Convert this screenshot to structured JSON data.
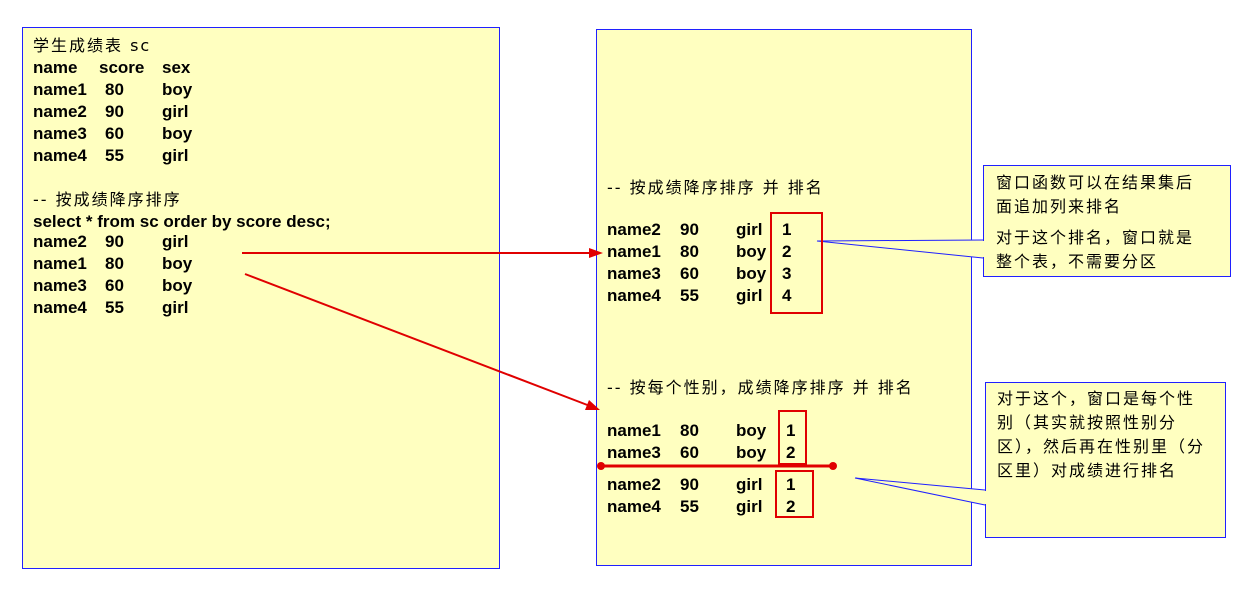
{
  "left_panel": {
    "title": "学生成绩表 sc",
    "header": [
      "name",
      "score",
      "sex"
    ],
    "rows": [
      [
        "name1",
        "80",
        "boy"
      ],
      [
        "name2",
        "90",
        "girl"
      ],
      [
        "name3",
        "60",
        "boy"
      ],
      [
        "name4",
        "55",
        "girl"
      ]
    ],
    "comment": "-- 按成绩降序排序",
    "query": "select * from sc order by score desc;",
    "sorted_rows": [
      [
        "name2",
        "90",
        "girl"
      ],
      [
        "name1",
        "80",
        "boy"
      ],
      [
        "name3",
        "60",
        "boy"
      ],
      [
        "name4",
        "55",
        "girl"
      ]
    ]
  },
  "right_panel": {
    "section1_title": "-- 按成绩降序排序 并 排名",
    "section1_rows": [
      [
        "name2",
        "90",
        "girl",
        "1"
      ],
      [
        "name1",
        "80",
        "boy",
        "2"
      ],
      [
        "name3",
        "60",
        "boy",
        "3"
      ],
      [
        "name4",
        "55",
        "girl",
        "4"
      ]
    ],
    "section2_title": "-- 按每个性别，成绩降序排序 并 排名",
    "section2_boys": [
      [
        "name1",
        "80",
        "boy",
        "1"
      ],
      [
        "name3",
        "60",
        "boy",
        "2"
      ]
    ],
    "section2_girls": [
      [
        "name2",
        "90",
        "girl",
        "1"
      ],
      [
        "name4",
        "55",
        "girl",
        "2"
      ]
    ]
  },
  "callouts": {
    "c1_line1": "窗口函数可以在结果集后面追加列来排名",
    "c1_line2": "对于这个排名，窗口就是整个表，不需要分区",
    "c2_text": "对于这个，窗口是每个性别（其实就按照性别分区），然后再在性别里（分区里）对成绩进行排名"
  },
  "colors": {
    "panel": "#FFFFC0",
    "border": "#2020FF",
    "accent": "#E00000"
  }
}
